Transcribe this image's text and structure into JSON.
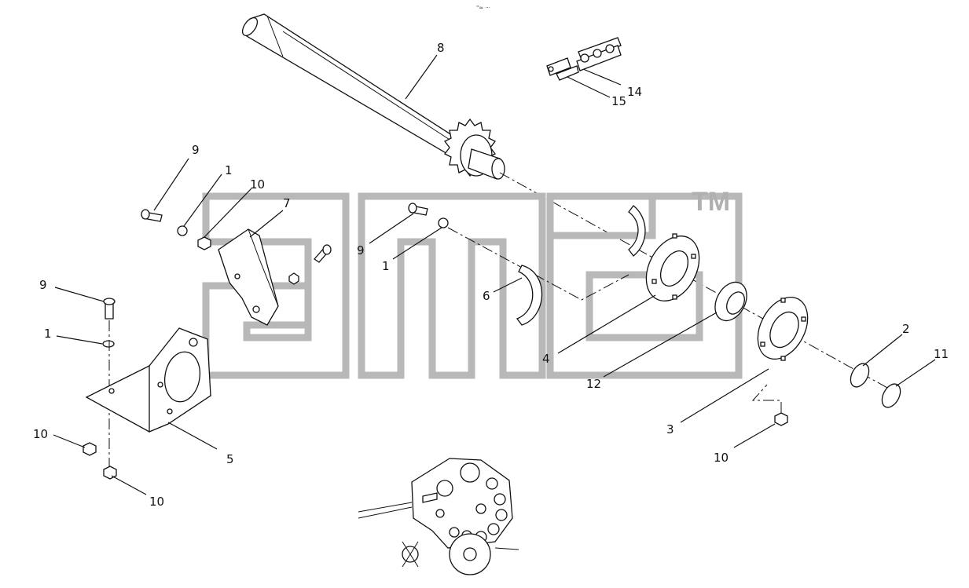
{
  "header": {
    "caption": "\"≈ ···"
  },
  "watermark": {
    "text": "amd",
    "trademark": "TM",
    "color": "#b0b0b0"
  },
  "callouts": [
    {
      "id": "c8",
      "label": "8"
    },
    {
      "id": "c14",
      "label": "14"
    },
    {
      "id": "c15",
      "label": "15"
    },
    {
      "id": "c9a",
      "label": "9"
    },
    {
      "id": "c1a",
      "label": "1"
    },
    {
      "id": "c10a",
      "label": "10"
    },
    {
      "id": "c7",
      "label": "7"
    },
    {
      "id": "c9b",
      "label": "9"
    },
    {
      "id": "c1b",
      "label": "1"
    },
    {
      "id": "c6",
      "label": "6"
    },
    {
      "id": "c4",
      "label": "4"
    },
    {
      "id": "c12",
      "label": "12"
    },
    {
      "id": "c2",
      "label": "2"
    },
    {
      "id": "c11",
      "label": "11"
    },
    {
      "id": "c3",
      "label": "3"
    },
    {
      "id": "c10b",
      "label": "10"
    },
    {
      "id": "c9c",
      "label": "9"
    },
    {
      "id": "c1c",
      "label": "1"
    },
    {
      "id": "c10c",
      "label": "10"
    },
    {
      "id": "c5",
      "label": "5"
    },
    {
      "id": "c10d",
      "label": "10"
    }
  ]
}
